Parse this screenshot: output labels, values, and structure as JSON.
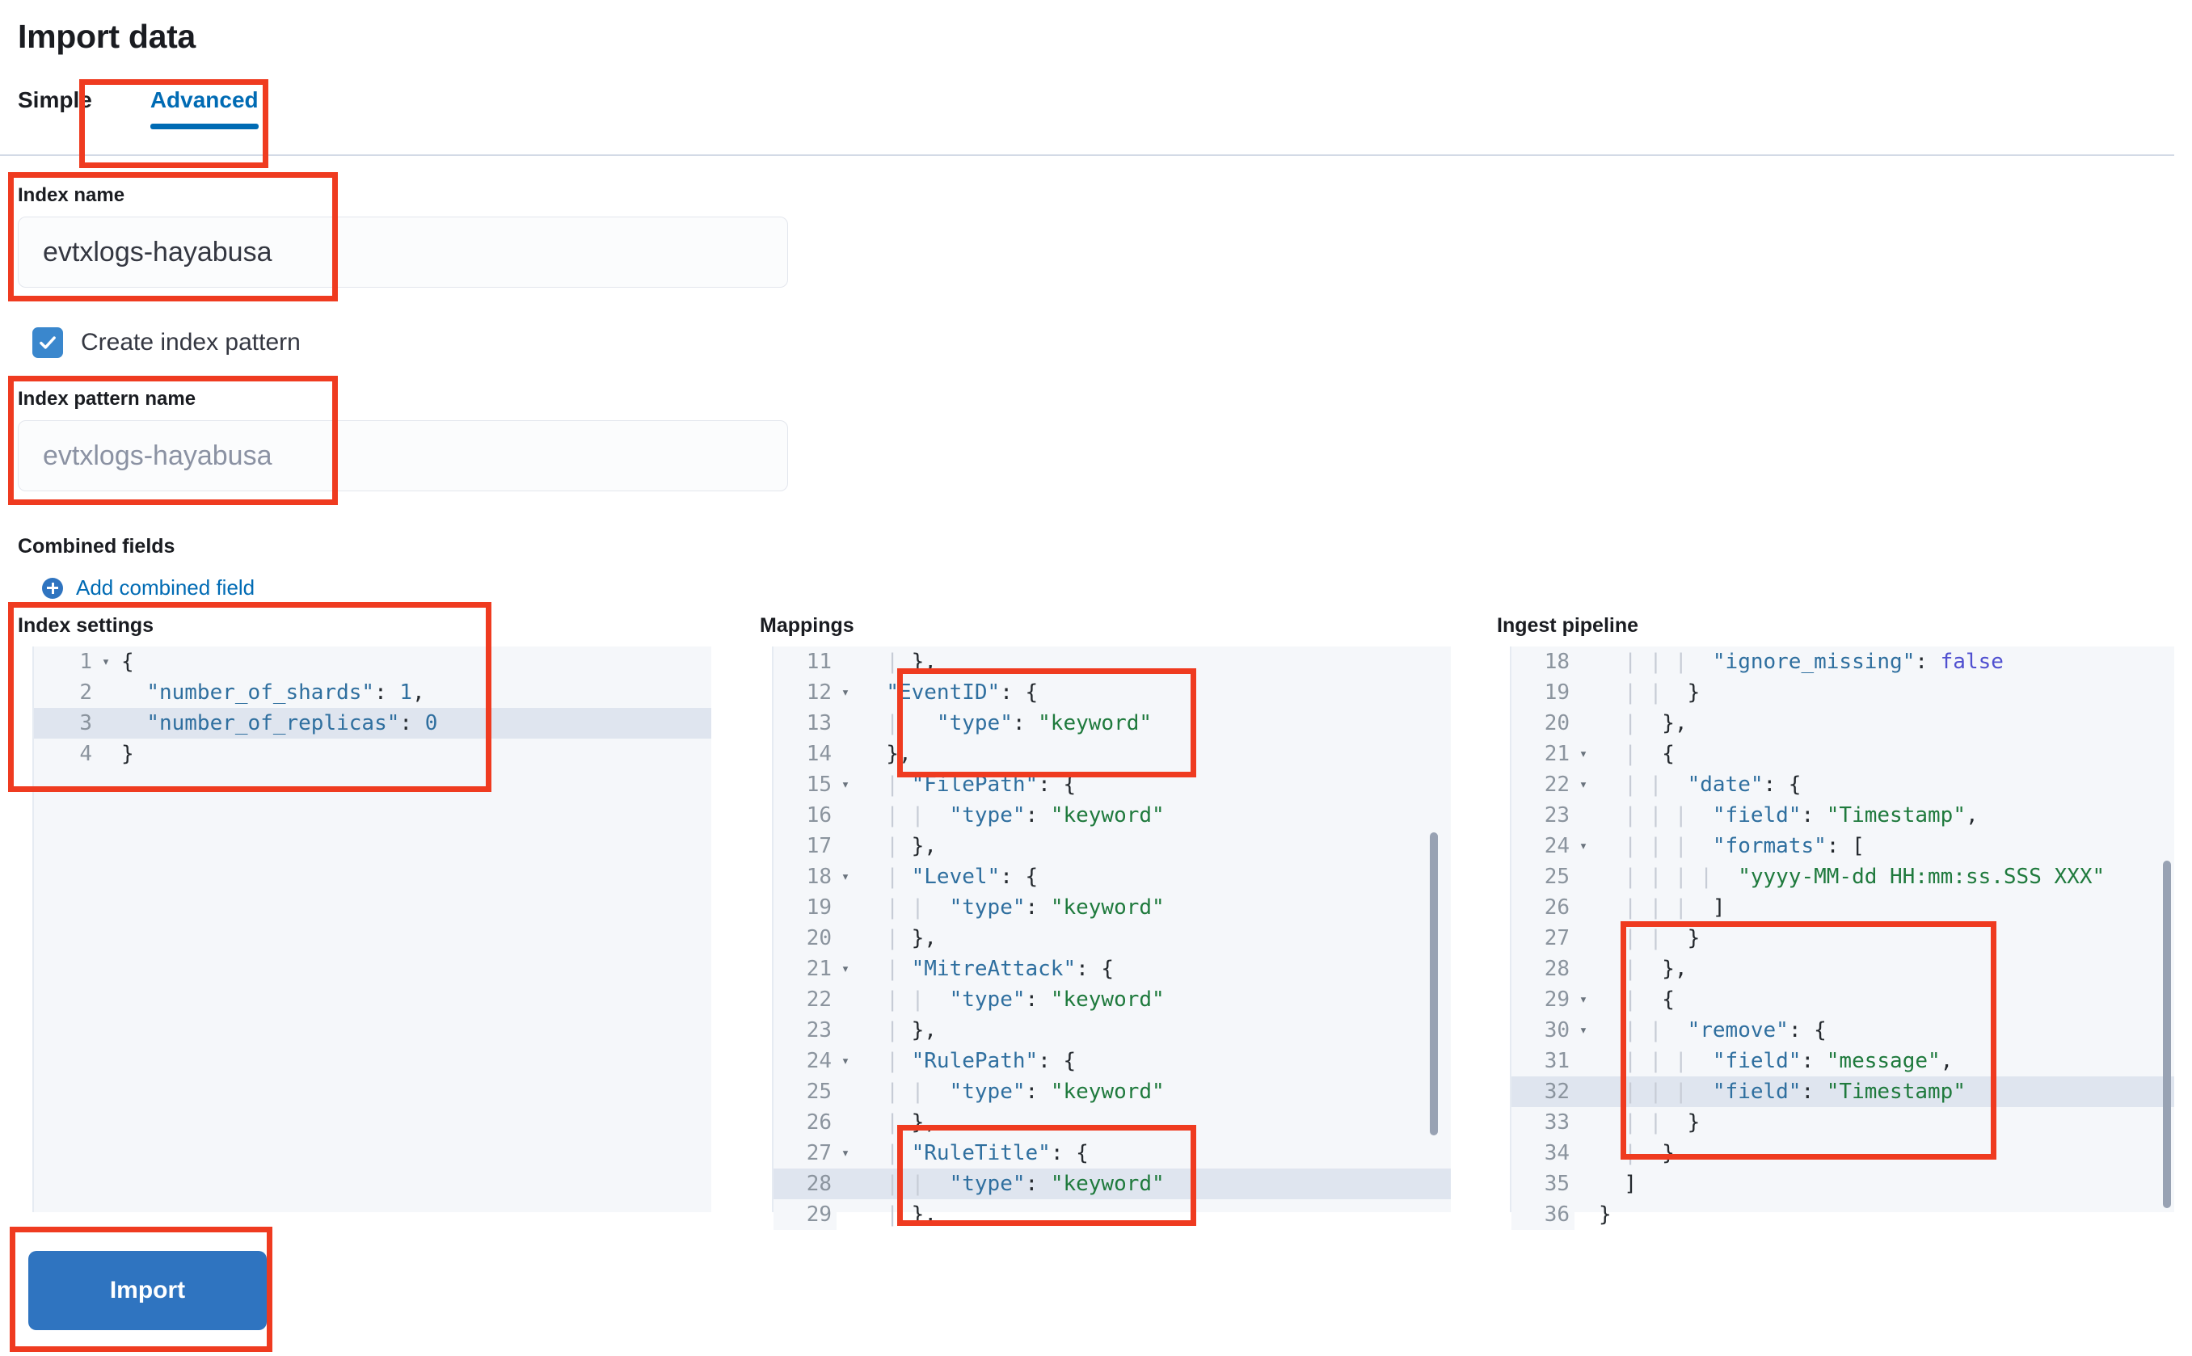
{
  "page": {
    "title": "Import data"
  },
  "tabs": [
    {
      "label": "Simple",
      "active": false
    },
    {
      "label": "Advanced",
      "active": true
    }
  ],
  "index_name": {
    "label": "Index name",
    "value": "evtxlogs-hayabusa"
  },
  "create_index_pattern": {
    "label": "Create index pattern",
    "checked": true,
    "icon": "checkmark-icon"
  },
  "index_pattern_name": {
    "label": "Index pattern name",
    "placeholder": "evtxlogs-hayabusa"
  },
  "combined_fields": {
    "title": "Combined fields",
    "add_link": "Add combined field",
    "add_icon": "plus-circle-icon"
  },
  "index_settings": {
    "title": "Index settings",
    "lines": [
      {
        "num": "1",
        "fold": "▾",
        "text": "{"
      },
      {
        "num": "2",
        "fold": "",
        "text": "  \"number_of_shards\": 1,"
      },
      {
        "num": "3",
        "fold": "",
        "text": "  \"number_of_replicas\": 0",
        "highlight": true
      },
      {
        "num": "4",
        "fold": "",
        "text": "}"
      }
    ]
  },
  "mappings": {
    "title": "Mappings",
    "lines": [
      {
        "num": "11",
        "fold": "",
        "text": "  | },"
      },
      {
        "num": "12",
        "fold": "▾",
        "text": "  \"EventID\": {"
      },
      {
        "num": "13",
        "fold": "",
        "text": "  |   \"type\": \"keyword\""
      },
      {
        "num": "14",
        "fold": "",
        "text": "  },"
      },
      {
        "num": "15",
        "fold": "▾",
        "text": "  | \"FilePath\": {"
      },
      {
        "num": "16",
        "fold": "",
        "text": "  | |  \"type\": \"keyword\""
      },
      {
        "num": "17",
        "fold": "",
        "text": "  | },"
      },
      {
        "num": "18",
        "fold": "▾",
        "text": "  | \"Level\": {"
      },
      {
        "num": "19",
        "fold": "",
        "text": "  | |  \"type\": \"keyword\""
      },
      {
        "num": "20",
        "fold": "",
        "text": "  | },"
      },
      {
        "num": "21",
        "fold": "▾",
        "text": "  | \"MitreAttack\": {"
      },
      {
        "num": "22",
        "fold": "",
        "text": "  | |  \"type\": \"keyword\""
      },
      {
        "num": "23",
        "fold": "",
        "text": "  | },"
      },
      {
        "num": "24",
        "fold": "▾",
        "text": "  | \"RulePath\": {"
      },
      {
        "num": "25",
        "fold": "",
        "text": "  | |  \"type\": \"keyword\""
      },
      {
        "num": "26",
        "fold": "",
        "text": "  | },"
      },
      {
        "num": "27",
        "fold": "▾",
        "text": "  | \"RuleTitle\": {"
      },
      {
        "num": "28",
        "fold": "",
        "text": "  | |  \"type\": \"keyword\"",
        "highlight": true
      },
      {
        "num": "29",
        "fold": "",
        "text": "  | },"
      }
    ]
  },
  "ingest_pipeline": {
    "title": "Ingest pipeline",
    "lines": [
      {
        "num": "18",
        "fold": "",
        "text": "  | | |  \"ignore_missing\": false"
      },
      {
        "num": "19",
        "fold": "",
        "text": "  | |  }"
      },
      {
        "num": "20",
        "fold": "",
        "text": "  |  },"
      },
      {
        "num": "21",
        "fold": "▾",
        "text": "  |  {"
      },
      {
        "num": "22",
        "fold": "▾",
        "text": "  | |  \"date\": {"
      },
      {
        "num": "23",
        "fold": "",
        "text": "  | | |  \"field\": \"Timestamp\","
      },
      {
        "num": "24",
        "fold": "▾",
        "text": "  | | |  \"formats\": ["
      },
      {
        "num": "25",
        "fold": "",
        "text": "  | | | |  \"yyyy-MM-dd HH:mm:ss.SSS XXX\""
      },
      {
        "num": "26",
        "fold": "",
        "text": "  | | |  ]"
      },
      {
        "num": "27",
        "fold": "",
        "text": "  | |  }"
      },
      {
        "num": "28",
        "fold": "",
        "text": "  |  },"
      },
      {
        "num": "29",
        "fold": "▾",
        "text": "  |  {"
      },
      {
        "num": "30",
        "fold": "▾",
        "text": "  | |  \"remove\": {"
      },
      {
        "num": "31",
        "fold": "",
        "text": "  | | |  \"field\": \"message\","
      },
      {
        "num": "32",
        "fold": "",
        "text": "  | | |  \"field\": \"Timestamp\"",
        "highlight": true
      },
      {
        "num": "33",
        "fold": "",
        "text": "  | |  }"
      },
      {
        "num": "34",
        "fold": "",
        "text": "  |  }"
      },
      {
        "num": "35",
        "fold": "",
        "text": "  ]"
      },
      {
        "num": "36",
        "fold": "",
        "text": "}"
      }
    ]
  },
  "import_button": {
    "label": "Import"
  },
  "colors": {
    "accent": "#006bb4",
    "button": "#2f74c0",
    "annotation": "#ef3b20",
    "string": "#1f7a3d",
    "key": "#2f6f9f",
    "boolean": "#5050d0"
  }
}
